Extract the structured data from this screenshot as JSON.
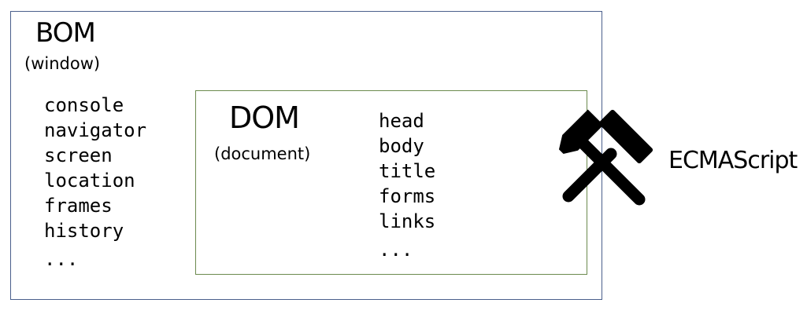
{
  "bom": {
    "title": "BOM",
    "subtitle": "(window)",
    "items": [
      "console",
      "navigator",
      "screen",
      "location",
      "frames",
      "history",
      "..."
    ]
  },
  "dom": {
    "title": "DOM",
    "subtitle": "(document)",
    "items": [
      "head",
      "body",
      "title",
      "forms",
      "links",
      "..."
    ]
  },
  "ecmascript": {
    "label": "ECMAScript",
    "icon": "hammers-crossed-icon"
  },
  "colors": {
    "bom_border": "#4a5f8c",
    "dom_border": "#6b8a4e",
    "text": "#000000"
  }
}
